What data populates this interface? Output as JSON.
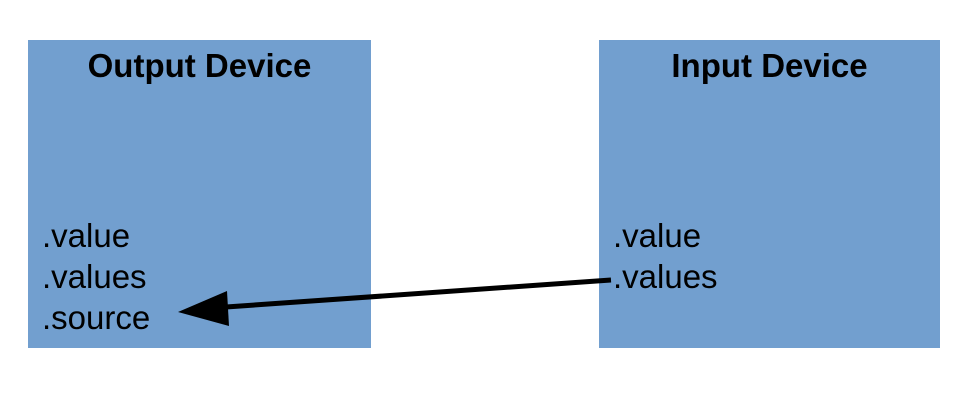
{
  "diagram": {
    "background_color": "#ffffff",
    "box_fill_color": "#729fcf",
    "text_color": "#000000",
    "arrow_color": "#000000",
    "boxes": [
      {
        "title": "Output Device",
        "properties": [
          ".value",
          ".values",
          ".source"
        ]
      },
      {
        "title": "Input Device",
        "properties": [
          ".value",
          ".values"
        ]
      }
    ],
    "arrow": {
      "from": "Input Device .values",
      "to": "Output Device .source"
    }
  }
}
